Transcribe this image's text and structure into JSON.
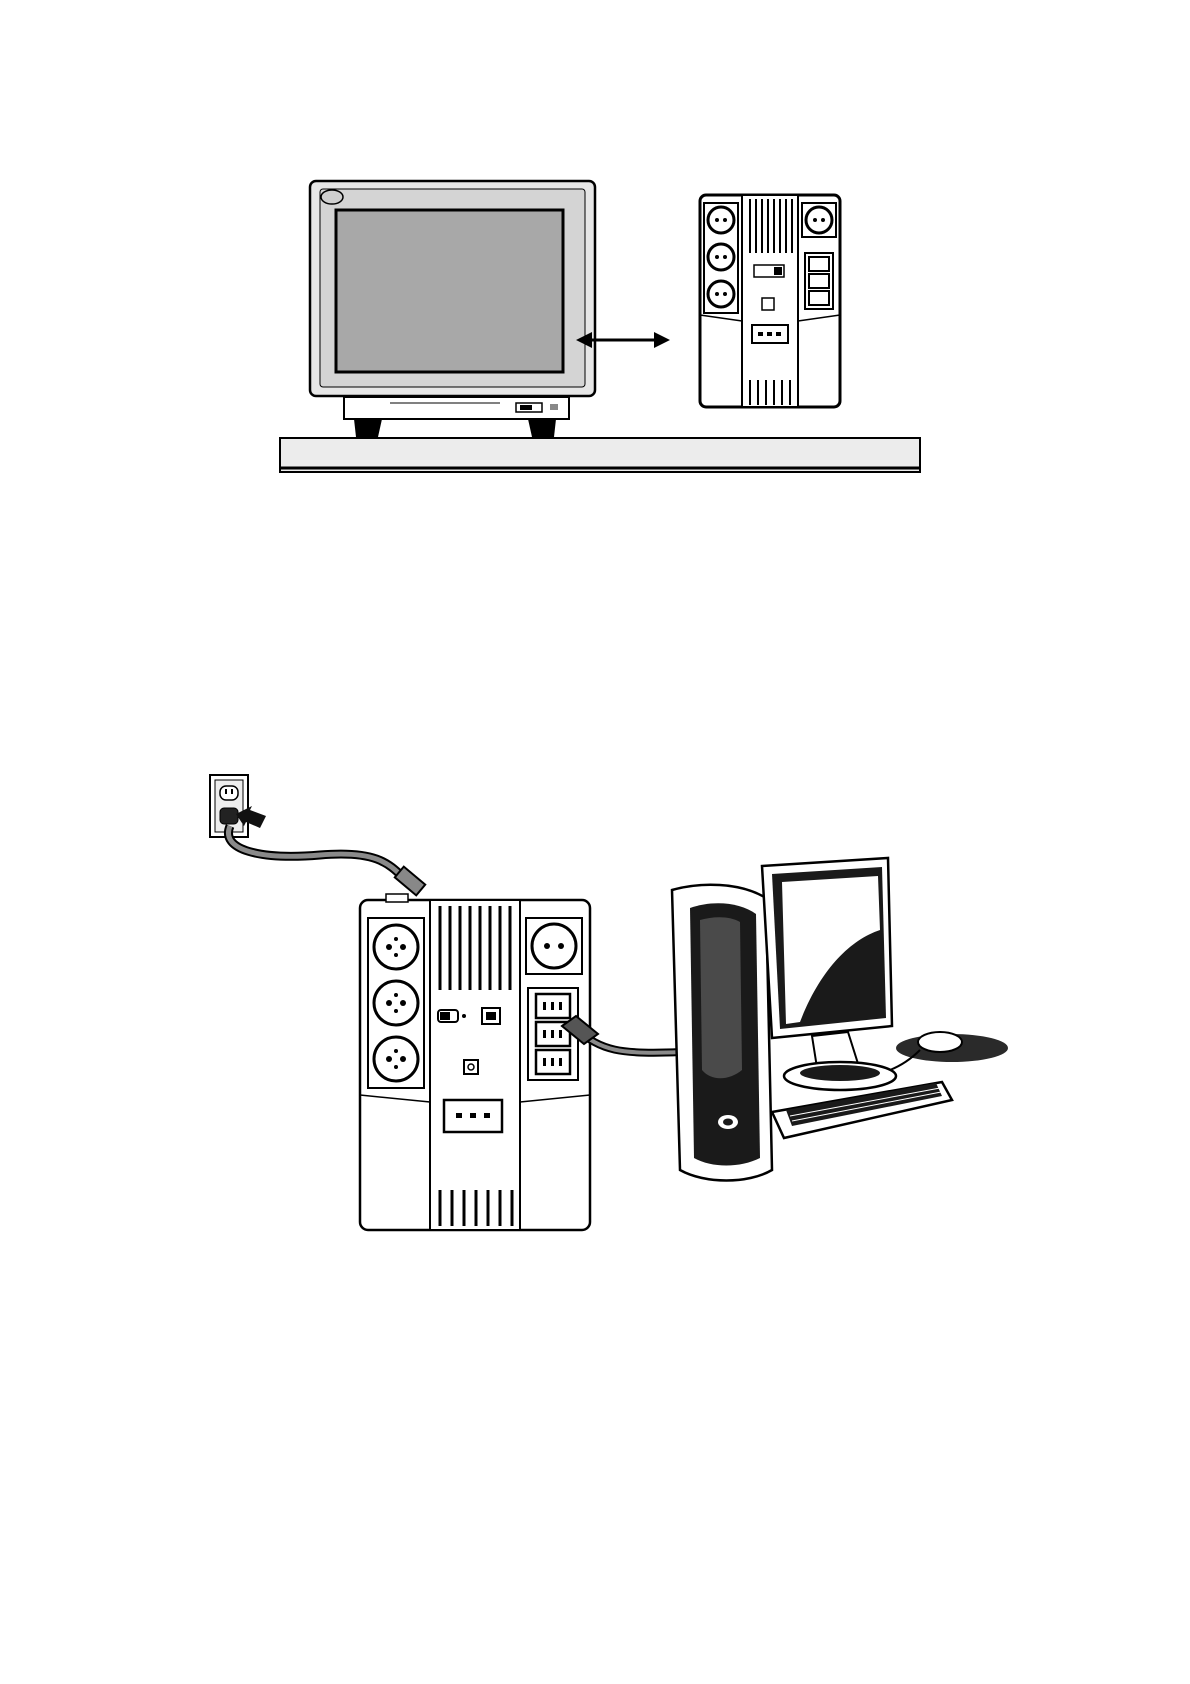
{
  "page": {
    "background": "#ffffff"
  },
  "figures": [
    {
      "id": "placement",
      "items": [
        "crt-monitor-icon",
        "distance-arrow-icon",
        "ups-front-icon",
        "shelf"
      ]
    },
    {
      "id": "connection",
      "items": [
        "wall-outlet-icon",
        "power-cord",
        "ups-icon",
        "output-cable",
        "desktop-pc-icon"
      ]
    }
  ],
  "colors": {
    "line": "#000000",
    "screen": "#a8a8a8",
    "casing": "#e8e8e8",
    "cable": "#8a8a8a",
    "dark": "#1a1a1a"
  }
}
